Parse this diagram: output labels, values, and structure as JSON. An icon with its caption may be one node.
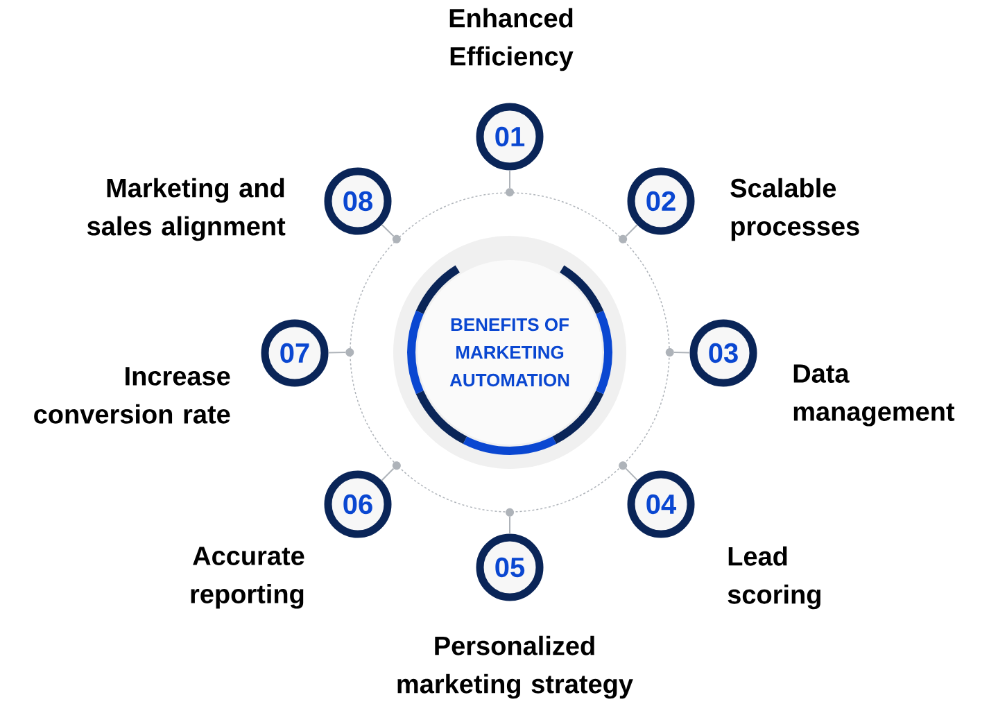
{
  "diagram": {
    "nodes": [
      {
        "text": [],
        "shape": "circle"
      },
      {
        "text": [
          "BENEFITS OF MARKETING AUTOMATION"
        ],
        "in": 0
      },
      {
        "text": [
          "01"
        ],
        "beside": [
          "Enhanced Efficiency"
        ]
      },
      {
        "text": [
          "02"
        ],
        "beside": [
          "Scalable processes"
        ]
      },
      {
        "text": [
          "03"
        ],
        "beside": [
          "Data management"
        ]
      },
      {
        "text": [
          "04"
        ],
        "beside": [
          "Lead scoring"
        ]
      },
      {
        "text": [
          "05"
        ],
        "beside": [
          "Personalized marketing strategy"
        ]
      },
      {
        "text": [
          "06"
        ],
        "beside": [
          "Accurate reporting"
        ]
      },
      {
        "text": [
          "07"
        ],
        "beside": [
          "Increase conversion rate"
        ]
      },
      {
        "text": [
          "08"
        ],
        "beside": [
          "Marketing and sales alignment"
        ]
      },
      {
        "text": [],
        "shape": "circle"
      },
      {
        "text": [],
        "shape": "circle"
      },
      {
        "text": [],
        "shape": "circle"
      },
      {
        "text": [],
        "shape": "circle"
      },
      {
        "text": [],
        "shape": "circle"
      },
      {
        "text": [],
        "shape": "circle"
      },
      {
        "text": [],
        "shape": "circle"
      },
      {
        "text": [],
        "shape": "circle"
      }
    ],
    "edges": [
      {
        "from": 2,
        "to": 10,
        "arrow": "none"
      },
      {
        "from": 3,
        "to": 11,
        "arrow": "none"
      },
      {
        "from": 4,
        "to": 12,
        "arrow": "none"
      },
      {
        "from": 5,
        "to": 13,
        "arrow": "none"
      },
      {
        "from": 6,
        "to": 14,
        "arrow": "none"
      },
      {
        "from": 7,
        "to": 15,
        "arrow": "none"
      },
      {
        "from": 8,
        "to": 16,
        "arrow": "none"
      },
      {
        "from": 9,
        "to": 17,
        "arrow": "none"
      }
    ]
  }
}
